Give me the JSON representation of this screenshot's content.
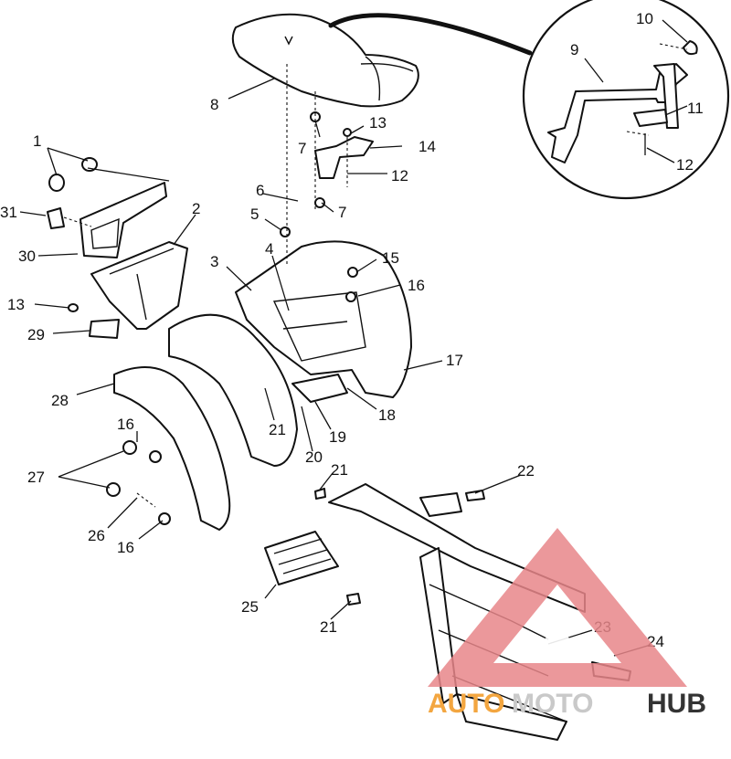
{
  "callouts": {
    "c1": "1",
    "c2": "2",
    "c3": "3",
    "c4": "4",
    "c5": "5",
    "c6": "6",
    "c7a": "7",
    "c7b": "7",
    "c8": "8",
    "c9": "9",
    "c10": "10",
    "c11": "11",
    "c12a": "12",
    "c12b": "12",
    "c13a": "13",
    "c13b": "13",
    "c14": "14",
    "c15": "15",
    "c16a": "16",
    "c16b": "16",
    "c16c": "16",
    "c17": "17",
    "c18": "18",
    "c19": "19",
    "c20": "20",
    "c21a": "21",
    "c21b": "21",
    "c21c": "21",
    "c22": "22",
    "c23": "23",
    "c24": "24",
    "c25": "25",
    "c26": "26",
    "c27": "27",
    "c28": "28",
    "c29": "29",
    "c30": "30",
    "c31": "31"
  },
  "watermark": {
    "word_orange": "AUTO",
    "word_gray": "MOTO",
    "word_dark": "HUB",
    "color_triangle": "#e8868a",
    "color_orange": "#f3a640",
    "color_gray": "#c9c9c9",
    "color_dark": "#333333"
  }
}
